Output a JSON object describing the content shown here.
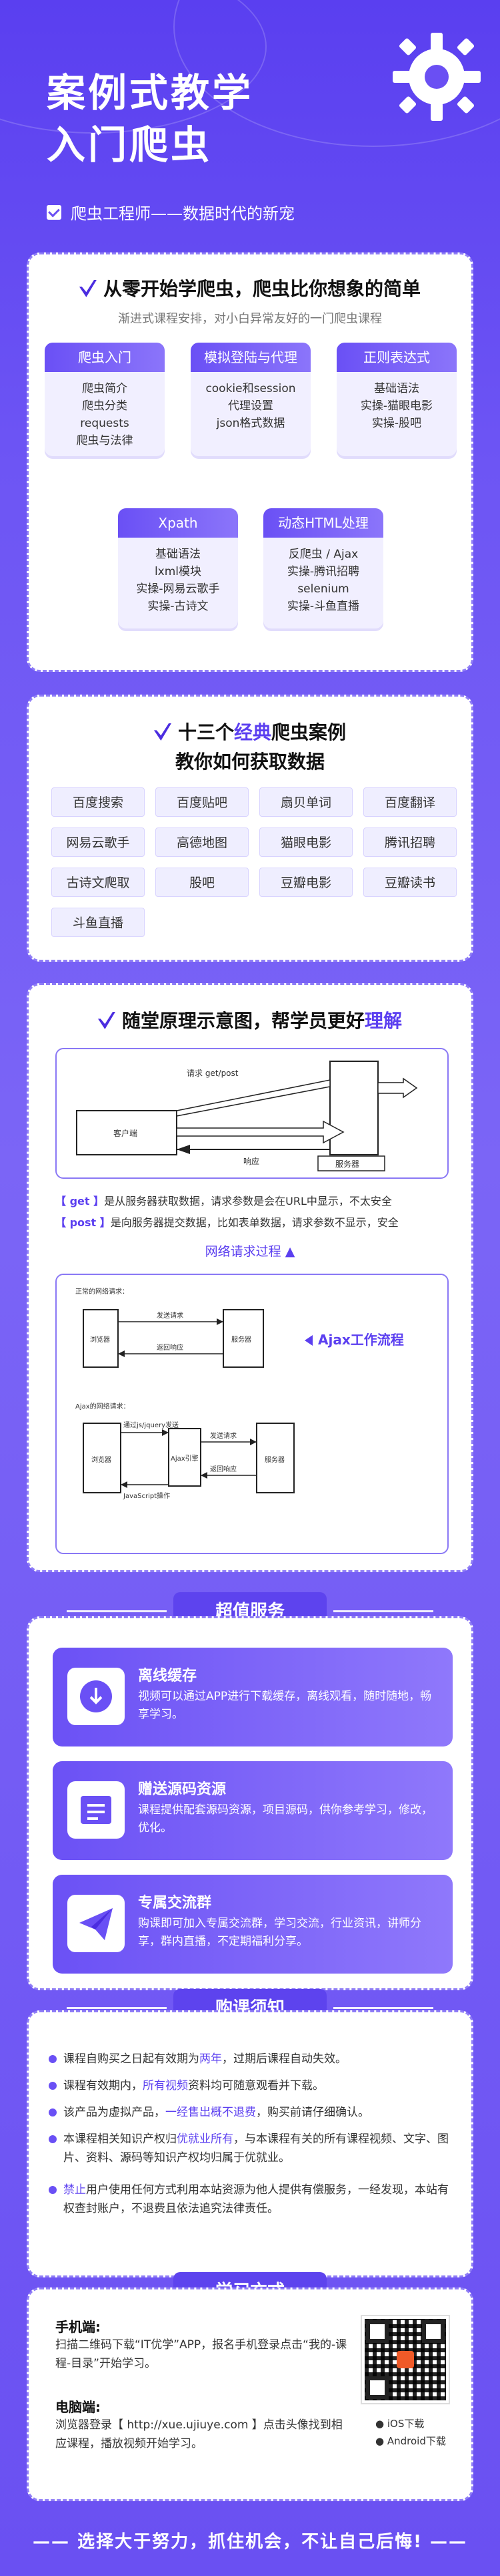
{
  "hero": {
    "title_line1": "案例式教学",
    "title_line2": "入门爬虫",
    "subtitle": "爬虫工程师——数据时代的新宠"
  },
  "intro": {
    "title": "从零开始学爬虫，爬虫比你想象的简单",
    "desc": "渐进式课程安排，对小白异常友好的一门爬虫课程",
    "topics": [
      {
        "title": "爬虫入门",
        "items": [
          "爬虫简介",
          "爬虫分类",
          "requests",
          "爬虫与法律"
        ]
      },
      {
        "title": "模拟登陆与代理",
        "items": [
          "cookie和session",
          "代理设置",
          "json格式数据"
        ]
      },
      {
        "title": "正则表达式",
        "items": [
          "基础语法",
          "实操-猫眼电影",
          "实操-股吧"
        ]
      },
      {
        "title": "Xpath",
        "items": [
          "基础语法",
          "lxml模块",
          "实操-网易云歌手",
          "实操-古诗文"
        ]
      },
      {
        "title": "动态HTML处理",
        "items": [
          "反爬虫 / Ajax",
          "实操-腾讯招聘",
          "selenium",
          "实操-斗鱼直播"
        ]
      }
    ]
  },
  "cases": {
    "title_prefix": "十三个",
    "title_accent": "经典",
    "title_suffix": "爬虫案例",
    "subtitle": "教你如何获取数据",
    "items": [
      "百度搜索",
      "百度贴吧",
      "扇贝单词",
      "百度翻译",
      "网易云歌手",
      "高德地图",
      "猫眼电影",
      "腾讯招聘",
      "古诗文爬取",
      "股吧",
      "豆瓣电影",
      "豆瓣读书",
      "斗鱼直播"
    ]
  },
  "principle": {
    "title_prefix": "随堂原理示意图，帮学员更好",
    "title_accent": "理解",
    "diagram1": {
      "request": "请求 get/post",
      "client": "客户端",
      "response": "响应",
      "server": "服务器"
    },
    "get_key": "【 get 】",
    "get_text": "是从服务器获取数据，请求参数是会在URL中显示，不太安全",
    "post_key": "【 post 】",
    "post_text": "是向服务器提交数据，比如表单数据，请求参数不显示，安全",
    "net_title": "网络请求过程",
    "diagram2": {
      "normal": "正常的网络请求：",
      "send": "发送请求",
      "ret": "返回响应",
      "browser": "浏览器",
      "server": "服务器",
      "ajax_label": "Ajax工作流程",
      "ajax": "Ajax的网络请求：",
      "js_send": "通过js/jquery发送",
      "js_ret": "JavaScript操作",
      "engine": "Ajax引擎",
      "send2": "发送请求",
      "ret2": "返回响应"
    }
  },
  "services": {
    "banner": "超值服务",
    "items": [
      {
        "name": "离线缓存",
        "text": "视频可以通过APP进行下载缓存，离线观看，随时随地，畅享学习。"
      },
      {
        "name": "赠送源码资源",
        "text": "课程提供配套源码资源，项目源码，供你参考学习，修改，优化。"
      },
      {
        "name": "专属交流群",
        "text": "购课即可加入专属交流群，学习交流，行业资讯，讲师分享，群内直播，不定期福利分享。"
      }
    ]
  },
  "notice": {
    "banner": "购课须知",
    "items": [
      {
        "pre": "课程自购买之日起有效期为",
        "hl": "两年",
        "post": "，过期后课程自动失效。"
      },
      {
        "pre": "课程有效期内，",
        "hl": "所有视频",
        "post": "资料均可随意观看并下载。"
      },
      {
        "pre": "该产品为虚拟产品，",
        "hl": "一经售出概不退费",
        "post": "，购买前请仔细确认。"
      },
      {
        "pre": "本课程相关知识产权归",
        "hl": "优就业所有",
        "post": "，与本课程有关的所有课程视频、文字、图片、资料、源码等知识产权均归属于优就业。"
      },
      {
        "pre": "",
        "hl": "禁止",
        "post": "用户使用任何方式利用本站资源为他人提供有偿服务，一经发现，本站有权查封账户，不退费且依法追究法律责任。"
      }
    ]
  },
  "learn": {
    "banner": "学习方式",
    "mobile_label": "手机端:",
    "mobile_text": "扫描二维码下载“IT优学”APP，报名手机登录点击“我的-课程-目录”开始学习。",
    "pc_label": "电脑端:",
    "pc_text": "浏览器登录【 http://xue.ujiuye.com 】点击头像找到相应课程，播放视频开始学习。",
    "ios": "iOS下载",
    "android": "Android下载"
  },
  "footer": "—— 选择大于努力，抓住机会，不让自己后悔! ——"
}
